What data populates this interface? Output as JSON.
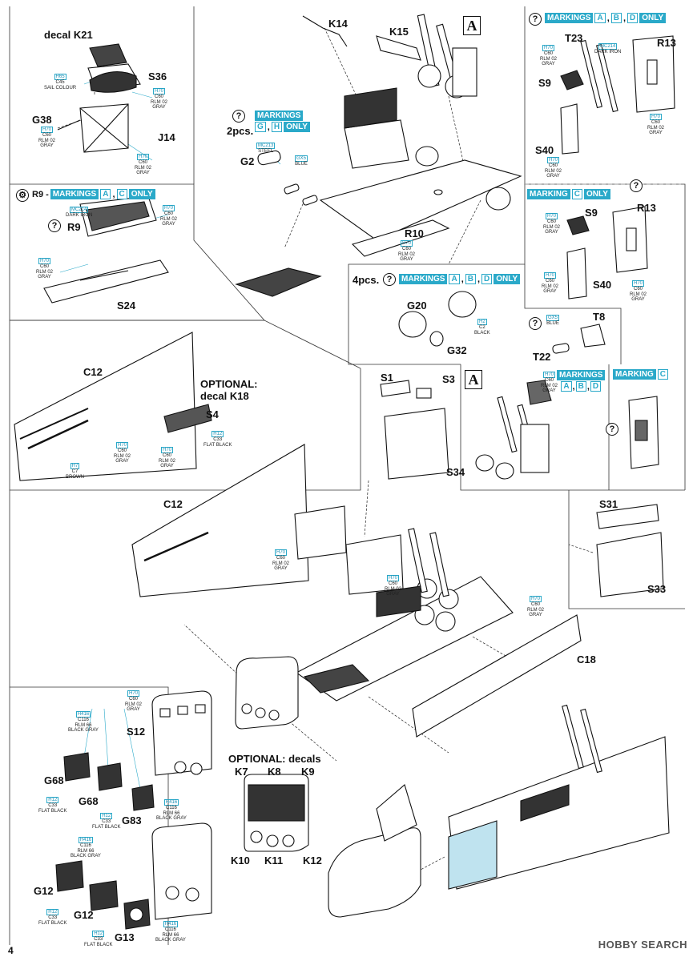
{
  "page_number": "4",
  "watermark": "HOBBY SEARCH",
  "section_a_label": "A",
  "paints": {
    "h65": {
      "code": "H65",
      "lines": [
        "C45",
        "SAIL COLOUR"
      ]
    },
    "h70": {
      "code": "H70",
      "lines": [
        "C60",
        "RLM 02",
        "GRAY"
      ]
    },
    "mc214": {
      "code": "MC214",
      "lines": [
        "DARK IRON"
      ]
    },
    "mc213": {
      "code": "MC213",
      "lines": [
        "STEEL"
      ]
    },
    "gx5": {
      "code": "GX5",
      "lines": [
        "BLUE"
      ]
    },
    "h2": {
      "code": "H2",
      "lines": [
        "C2",
        "BLACK"
      ]
    },
    "h7": {
      "code": "H7",
      "lines": [
        "C7",
        "BROWN"
      ]
    },
    "h12": {
      "code": "H12",
      "lines": [
        "C33",
        "FLAT BLACK"
      ]
    },
    "h416": {
      "code": "H416",
      "lines": [
        "C116",
        "RLM 66",
        "BLACK GRAY"
      ]
    }
  },
  "parts": {
    "decal_k21": "decal K21",
    "s36": "S36",
    "g38": "G38",
    "j14": "J14",
    "k14": "K14",
    "k15": "K15",
    "t23": "T23",
    "r13": "R13",
    "s9": "S9",
    "s40": "S40",
    "g2": "G2",
    "r9": "R9",
    "s24": "S24",
    "r10": "R10",
    "g20": "G20",
    "g32": "G32",
    "t8": "T8",
    "t22": "T22",
    "c12": "C12",
    "s4": "S4",
    "s1": "S1",
    "s3": "S3",
    "s34": "S34",
    "s31": "S31",
    "s33": "S33",
    "c18": "C18",
    "s12": "S12",
    "g68": "G68",
    "g83": "G83",
    "g12": "G12",
    "g13": "G13",
    "k7": "K7",
    "k8": "K8",
    "k9": "K9",
    "k10": "K10",
    "k11": "K11",
    "k12": "K12"
  },
  "texts": {
    "markings_abd_top": "MARKINGS",
    "only": "ONLY",
    "marking": "MARKING",
    "markings": "MARKINGS",
    "pcs2": "2pcs.",
    "pcs4": "4pcs.",
    "r9_prefix": "R9 -",
    "optional_k18_1": "OPTIONAL:",
    "optional_k18_2": "decal K18",
    "optional_decals": "OPTIONAL: decals",
    "q": "?",
    "mk_a": "A",
    "mk_b": "B",
    "mk_c": "C",
    "mk_d": "D",
    "mk_g": "G",
    "mk_h": "H"
  },
  "colors": {
    "accent": "#2aa9c9",
    "line": "#111111"
  }
}
